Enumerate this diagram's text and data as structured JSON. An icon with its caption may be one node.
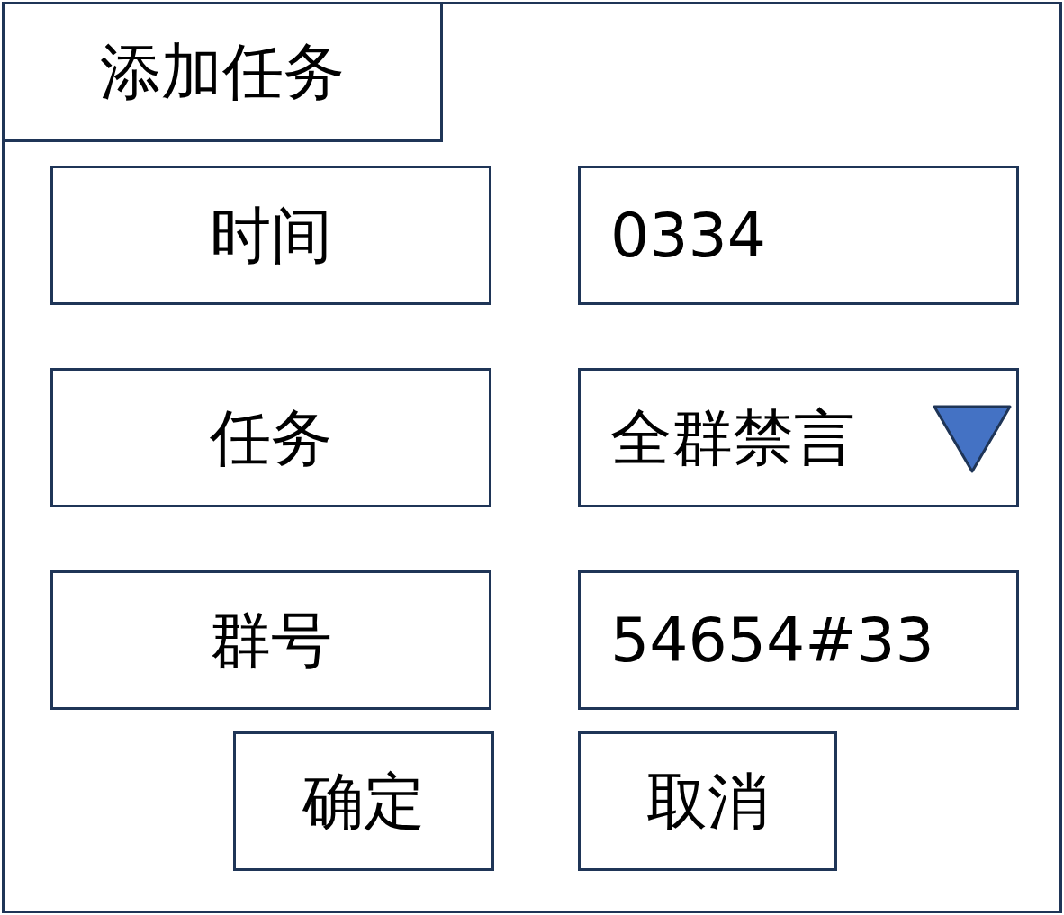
{
  "diagram": {
    "nodes": [
      {
        "text": [],
        "shape": "box"
      },
      {
        "text": [
          "添加任务"
        ],
        "in": 0
      },
      {
        "text": [
          "时间"
        ],
        "in": 0
      },
      {
        "text": [
          "0334"
        ],
        "in": 0
      },
      {
        "text": [
          "任务"
        ],
        "in": 0
      },
      {
        "text": [
          "全群禁言"
        ],
        "in": 0
      },
      {
        "text": [
          "群号"
        ],
        "in": 0
      },
      {
        "text": [
          "54654#33"
        ],
        "in": 0
      },
      {
        "text": [
          "确定"
        ],
        "in": 0
      },
      {
        "text": [
          "取消"
        ],
        "in": 0
      }
    ]
  }
}
